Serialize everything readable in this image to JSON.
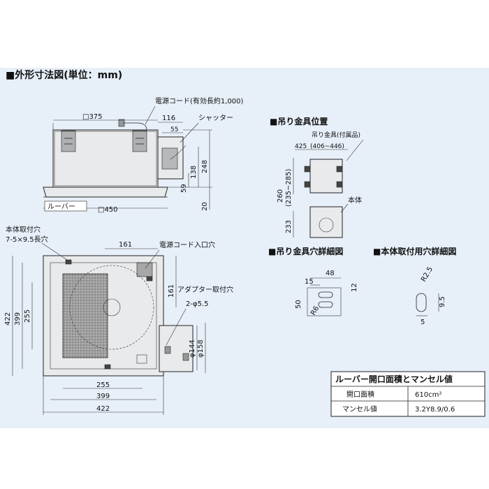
{
  "title": "■外形寸法図(単位：mm)",
  "side_view": {
    "cord_label": "電源コード(有効長約1,000)",
    "shutter_label": "シャッター",
    "louver_label": "ルーバー",
    "dim_375": "□375",
    "dim_116": "116",
    "dim_55": "55",
    "dim_248": "248",
    "dim_138": "138",
    "dim_59": "59",
    "dim_20": "20",
    "dim_450": "□450"
  },
  "plan_view": {
    "mount_hole_label": "本体取付穴",
    "mount_hole_size": "7-5×9.5長穴",
    "cord_inlet_label": "電源コード入口穴",
    "adapter_hole_label": "アダプター取付穴",
    "adapter_hole_size": "2-φ5.5",
    "dim_161_top": "161",
    "dim_161_side": "161",
    "dim_422_v": "422",
    "dim_399_v": "399",
    "dim_255_v": "255",
    "dim_144": "φ144",
    "dim_158": "φ158",
    "dim_255_h": "255",
    "dim_399_h": "399",
    "dim_422_h": "422"
  },
  "hanger_position": {
    "heading": "■吊り金具位置",
    "accessory_label": "吊り金具(付属品)",
    "dim_425": "425",
    "dim_406_446": "(406~446)",
    "dim_260": "260",
    "dim_235_285": "(235~285)",
    "dim_233": "233",
    "body_label": "本体"
  },
  "hanger_hole_detail": {
    "heading": "■吊り金具穴詳細図",
    "dim_48": "48",
    "dim_15": "15",
    "dim_12": "12",
    "dim_50": "50",
    "dim_r6": "R6"
  },
  "mount_hole_detail": {
    "heading": "■本体取付用穴詳細図",
    "dim_r25": "R2.5",
    "dim_95": "9.5",
    "dim_5": "5"
  },
  "spec_table": {
    "header": "ルーバー開口面積とマンセル値",
    "rows": [
      {
        "label": "開口面積",
        "value": "610cm²"
      },
      {
        "label": "マンセル値",
        "value": "3.2Y8.9/0.6"
      }
    ]
  }
}
